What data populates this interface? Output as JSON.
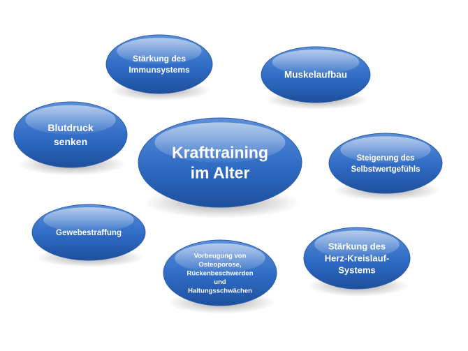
{
  "diagram": {
    "center": {
      "lines": [
        "Krafttraining",
        "im Alter"
      ]
    },
    "bubbles": [
      {
        "id": "immun",
        "lines": [
          "Stärkung des",
          "Immunsystems"
        ]
      },
      {
        "id": "muskel",
        "lines": [
          "Muskelaufbau"
        ]
      },
      {
        "id": "blutdruck",
        "lines": [
          "Blutdruck",
          "senken"
        ]
      },
      {
        "id": "selbstwert",
        "lines": [
          "Steigerung des",
          "Selbstwertgefühls"
        ]
      },
      {
        "id": "gewebe",
        "lines": [
          "Gewebestraffung"
        ]
      },
      {
        "id": "osteo",
        "lines": [
          "Vorbeugung von",
          "Osteoporose,",
          "Rückenbeschwerden",
          "und",
          "Haltungsschwächen"
        ]
      },
      {
        "id": "herz",
        "lines": [
          "Stärkung des",
          "Herz-Kreislauf-",
          "Systems"
        ]
      }
    ],
    "colors": {
      "bubble_fill_top": "#5b8fd9",
      "bubble_fill_mid": "#2f6bc4",
      "bubble_fill_bottom": "#1d4f9c",
      "bubble_stroke": "#2a5ca8",
      "text": "#ffffff"
    }
  }
}
